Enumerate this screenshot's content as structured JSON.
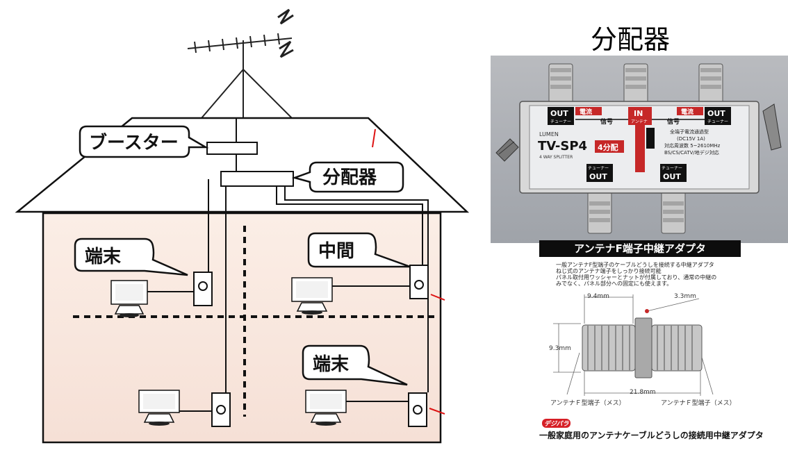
{
  "house_diagram": {
    "labels": {
      "booster": "ブースター",
      "splitter": "分配器",
      "terminal_left": "端末",
      "intermediate": "中間",
      "terminal_right": "端末"
    }
  },
  "splitter_section": {
    "title": "分配器",
    "photo": {
      "port_out_left": "OUT",
      "port_out_left_sub": "チューナー",
      "current_left": "電流",
      "signal_left": "信号",
      "port_in": "IN",
      "port_in_sub": "アンテナ",
      "signal_right": "信号",
      "current_right": "電流",
      "port_out_right": "OUT",
      "port_out_right_sub": "チューナー",
      "brand": "LUMEN",
      "model": "TV-SP4",
      "badge": "4分配",
      "subtitle": "4 WAY SPLITTER",
      "spec1": "全端子電流通過型",
      "spec2": "(DC15V 1A)",
      "spec3": "対応周波数 5~2610MHz",
      "spec4": "BS/CS/CATV/地デジ対応",
      "port_out_bottom_left_sub": "チューナー",
      "port_out_bottom_left": "OUT",
      "port_out_bottom_right_sub": "チューナー",
      "port_out_bottom_right": "OUT"
    }
  },
  "adapter_section": {
    "header": "アンテナF端子中継アダプタ",
    "description": [
      "一般アンテナF型端子のケーブルどうしを接続する中継アダプタ",
      "ねじ式のアンテナ端子をしっかり接続可能",
      "パネル取付用ワッシャーとナットが付属しており、通常の中継の",
      "みでなく、パネル部分への固定にも使えます。"
    ],
    "dim_left_width": "9.4mm",
    "dim_nut_width": "3.3mm",
    "dim_height": "9.3mm",
    "dim_total_length": "21.8mm",
    "label_left_terminal": "アンテナＦ型端子（メス）",
    "label_right_terminal": "アンテナＦ型端子（メス）",
    "badge": "デジパラ",
    "caption": "一般家庭用のアンテナケーブルどうしの接続用中継アダプタ"
  }
}
